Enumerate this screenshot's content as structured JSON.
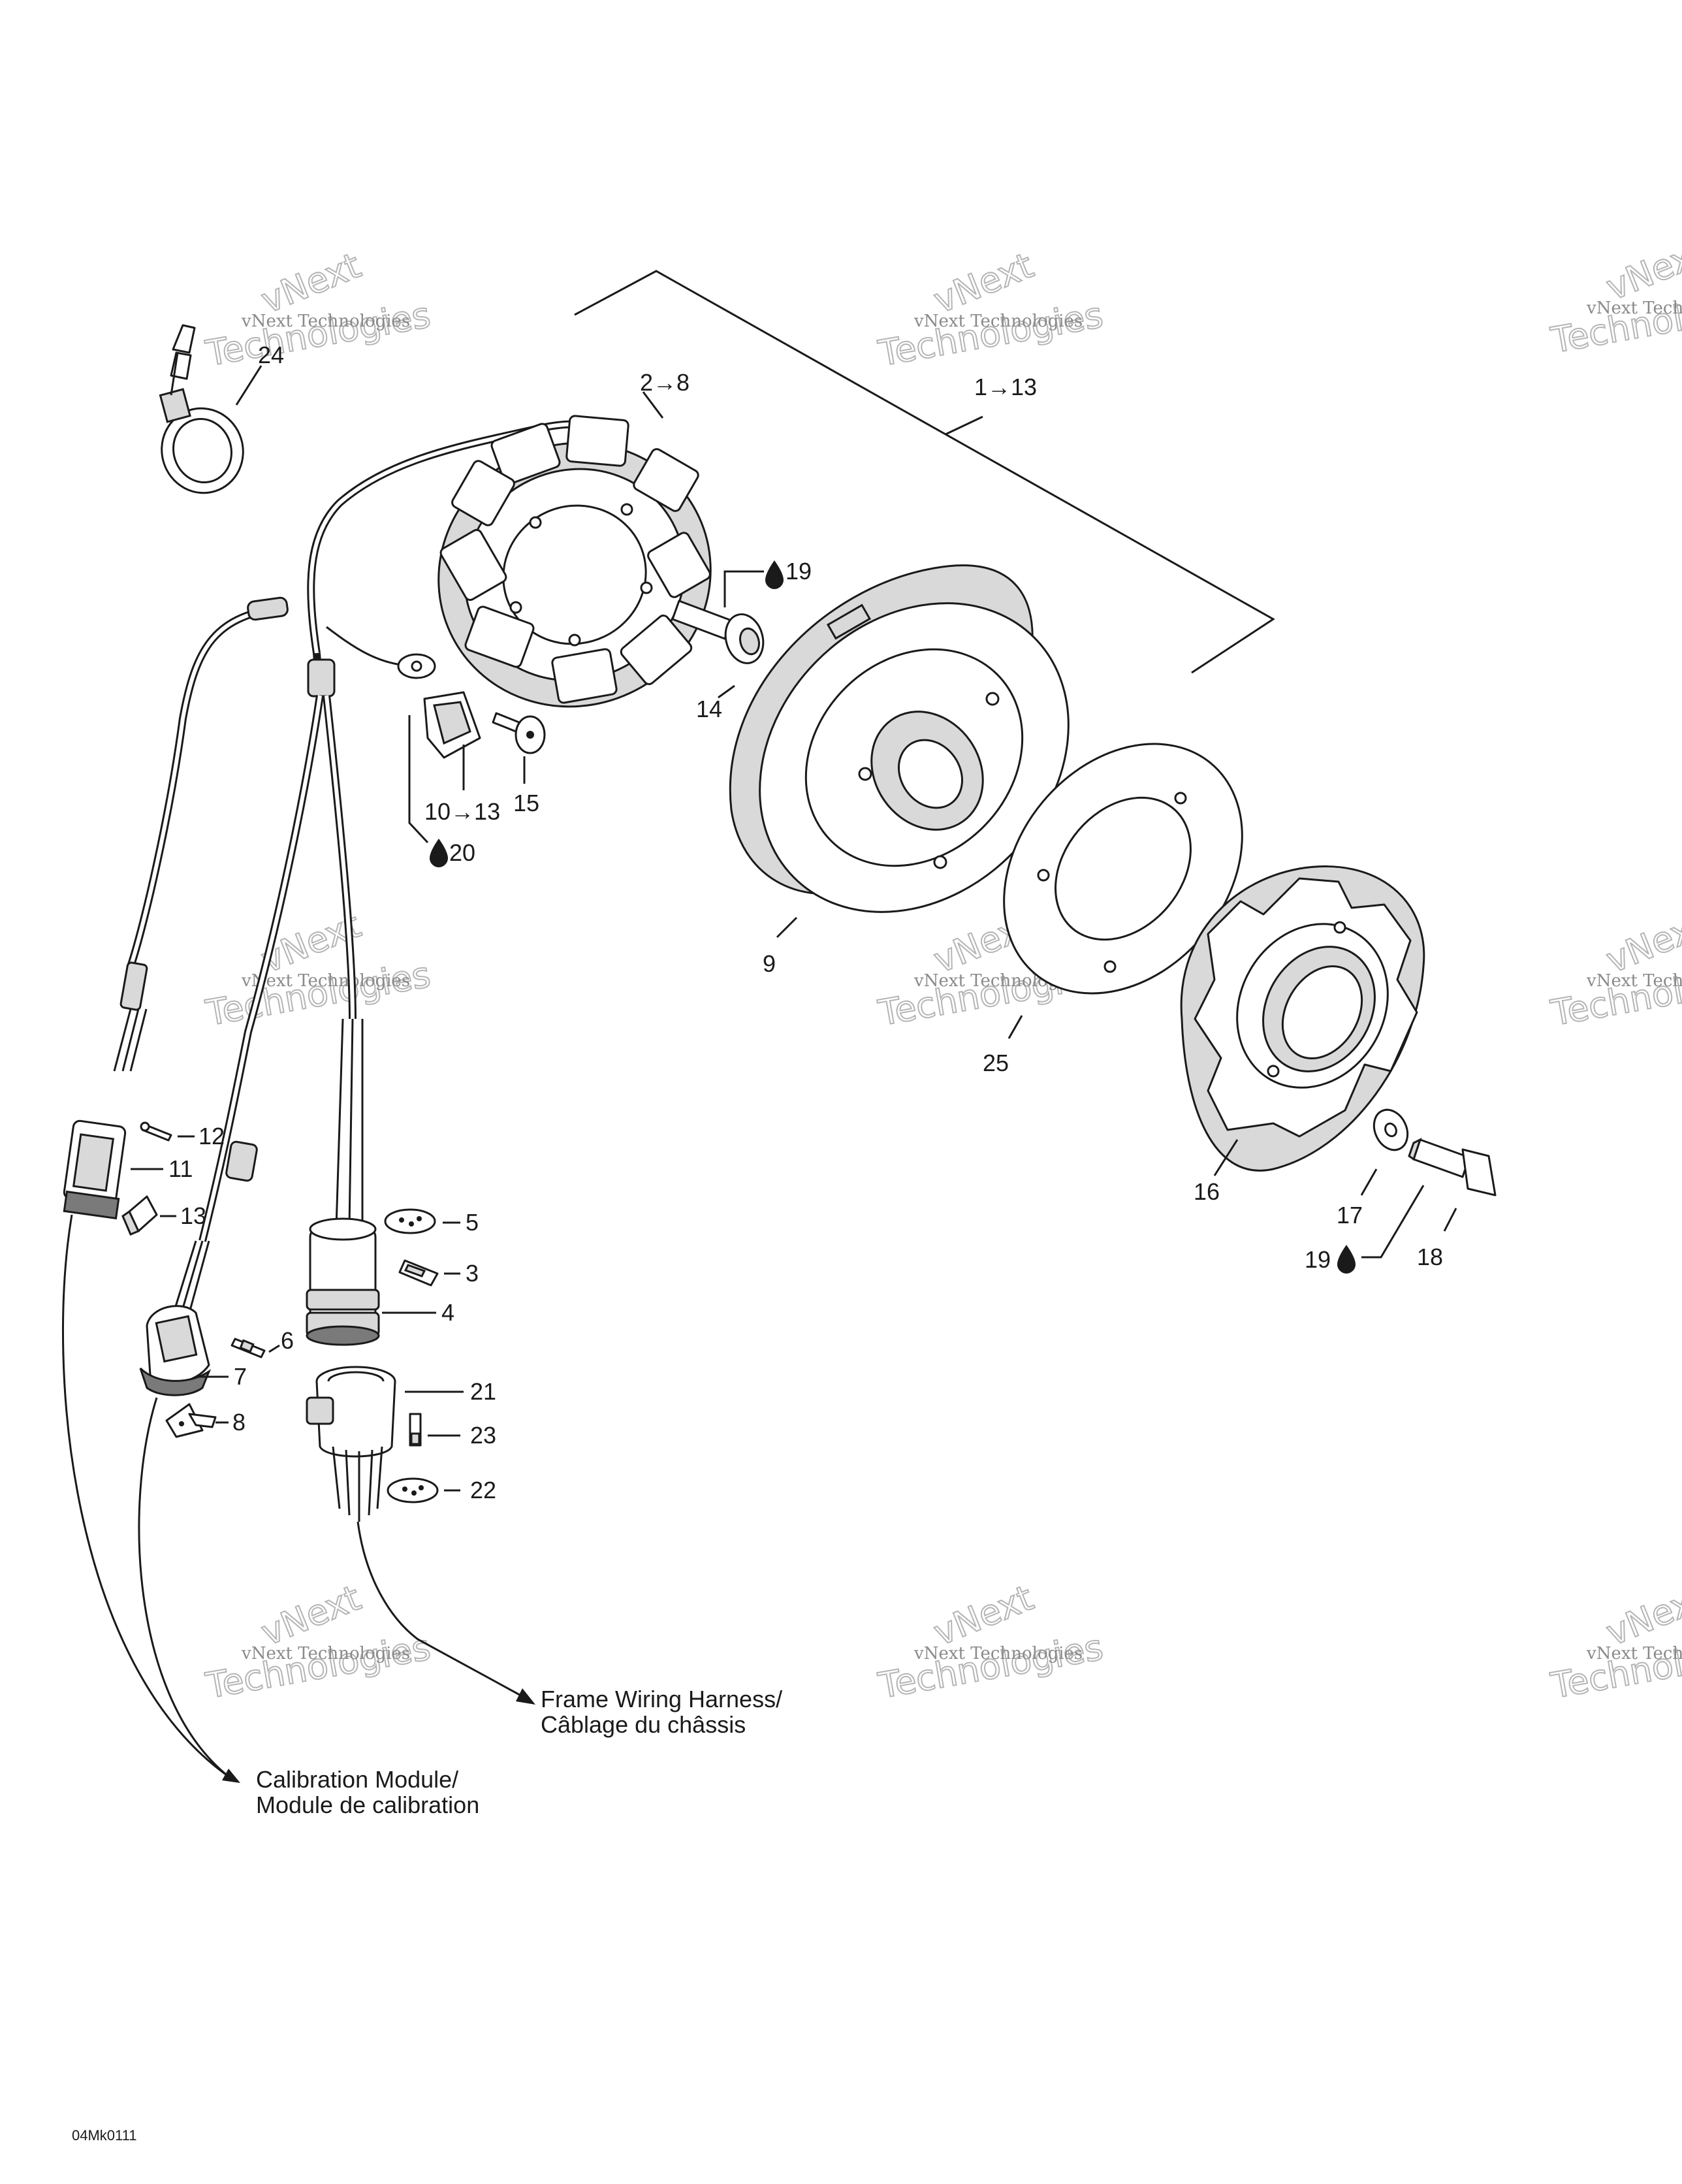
{
  "callouts": {
    "c1_13": "1→13",
    "c2_8": "2→8",
    "c3": "3",
    "c4": "4",
    "c5": "5",
    "c6": "6",
    "c7": "7",
    "c8": "8",
    "c9": "9",
    "c10_13": "10→13",
    "c11": "11",
    "c12": "12",
    "c13": "13",
    "c14": "14",
    "c15": "15",
    "c16": "16",
    "c17": "17",
    "c18": "18",
    "c19a": "19",
    "c19b": "19",
    "c20": "20",
    "c21": "21",
    "c22": "22",
    "c23": "23",
    "c24": "24",
    "c25": "25"
  },
  "notes": {
    "frame_harness_line1": "Frame Wiring Harness/",
    "frame_harness_line2": "Câblage du châssis",
    "calibration_line1": "Calibration Module/",
    "calibration_line2": "Module de calibration"
  },
  "footer": {
    "code": "04Mk0111"
  },
  "watermark": {
    "line1": "vNext Technologies",
    "line2": "vNext",
    "line3": "Technologies"
  },
  "icons": {
    "adhesive": "drop-icon",
    "arrow": "arrow-icon"
  }
}
